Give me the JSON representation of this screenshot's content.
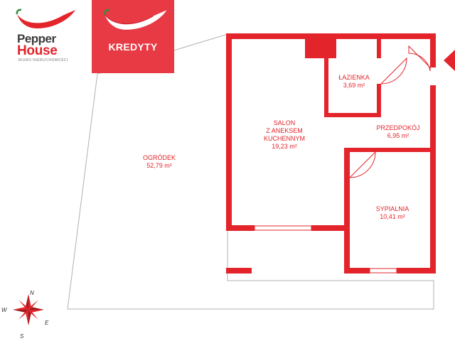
{
  "brand": {
    "name_line1": "Pepper",
    "name_line2": "House",
    "tagline": "BIURO NIERUCHOMOŚCI"
  },
  "banner": {
    "label": "KREDYTY"
  },
  "rooms": {
    "lazienka": {
      "name": "ŁAZIENKA",
      "area": "3,69 m²"
    },
    "salon": {
      "name_1": "SALON",
      "name_2": "Z ANEKSEM",
      "name_3": "KUCHENNYM",
      "area": "19,23 m²"
    },
    "przedpokoj": {
      "name": "PRZEDPOKÓJ",
      "area": "6,95 m²"
    },
    "ogrodek": {
      "name": "OGRÓDEK",
      "area": "52,79 m²"
    },
    "sypialnia": {
      "name": "SYPIALNIA",
      "area": "10,41 m²"
    }
  },
  "compass": {
    "n": "N",
    "e": "E",
    "s": "S",
    "w": "W"
  },
  "colors": {
    "wall": "#e3242b",
    "banner": "#e83a45",
    "garden_outline": "#b0b0b0"
  },
  "icons": {
    "logo": "chili-pepper-icon",
    "compass": "compass-rose-icon",
    "entrance": "entrance-arrow-icon"
  }
}
